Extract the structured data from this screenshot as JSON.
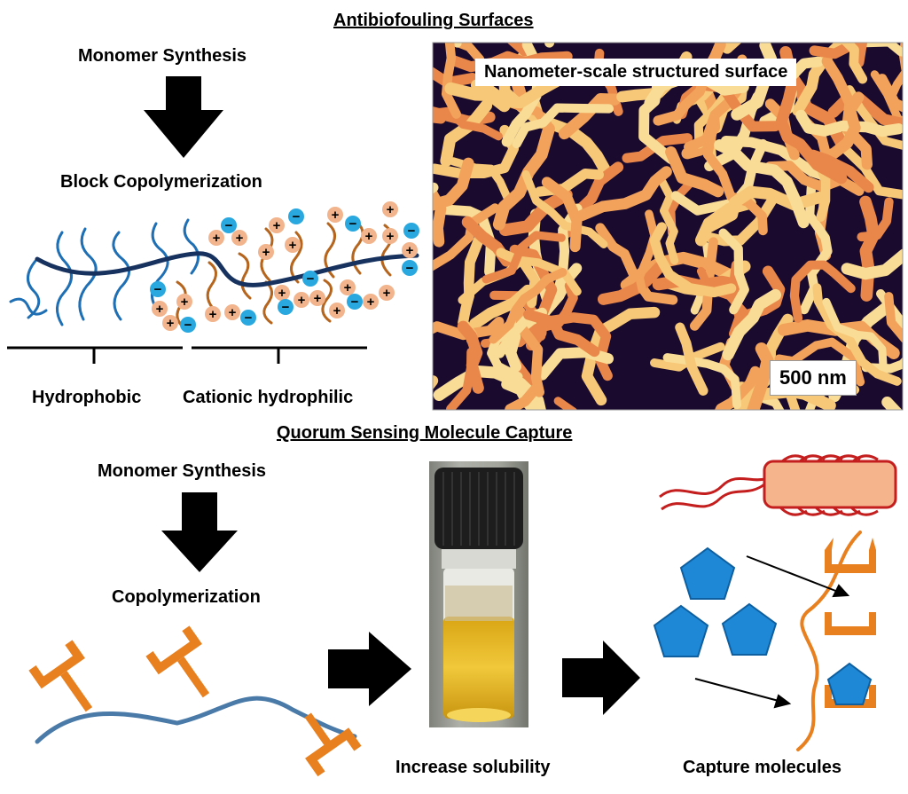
{
  "titles": {
    "top": "Antibiofouling Surfaces",
    "bottom": "Quorum Sensing Molecule Capture"
  },
  "top_panel": {
    "step1": "Monomer Synthesis",
    "step2": "Block Copolymerization",
    "label_left": "Hydrophobic",
    "label_right": "Cationic hydrophilic",
    "afm_label": "Nanometer-scale structured surface",
    "scalebar": "500 nm",
    "charge_plus": "+",
    "charge_minus": "−"
  },
  "bottom_panel": {
    "step1": "Monomer Synthesis",
    "step2": "Copolymerization",
    "caption_vial": "Increase solubility",
    "caption_capture": "Capture molecules"
  },
  "colors": {
    "hydrophobic_chain": "#1f6fb5",
    "backbone_top": "#17325f",
    "cationic_chain": "#b5651d",
    "cation_fill": "#f2b48c",
    "anion_fill": "#29a8e0",
    "afm_dark": "#1a0a2e",
    "afm_bright": "#f7c877",
    "bottom_backbone": "#4a7aa8",
    "receptor": "#e8801f",
    "pentagon": "#1e88d6",
    "bacterium_body": "#f5b48c",
    "bacterium_outline": "#c41e1e",
    "vial_liquid": "#e0b820"
  }
}
